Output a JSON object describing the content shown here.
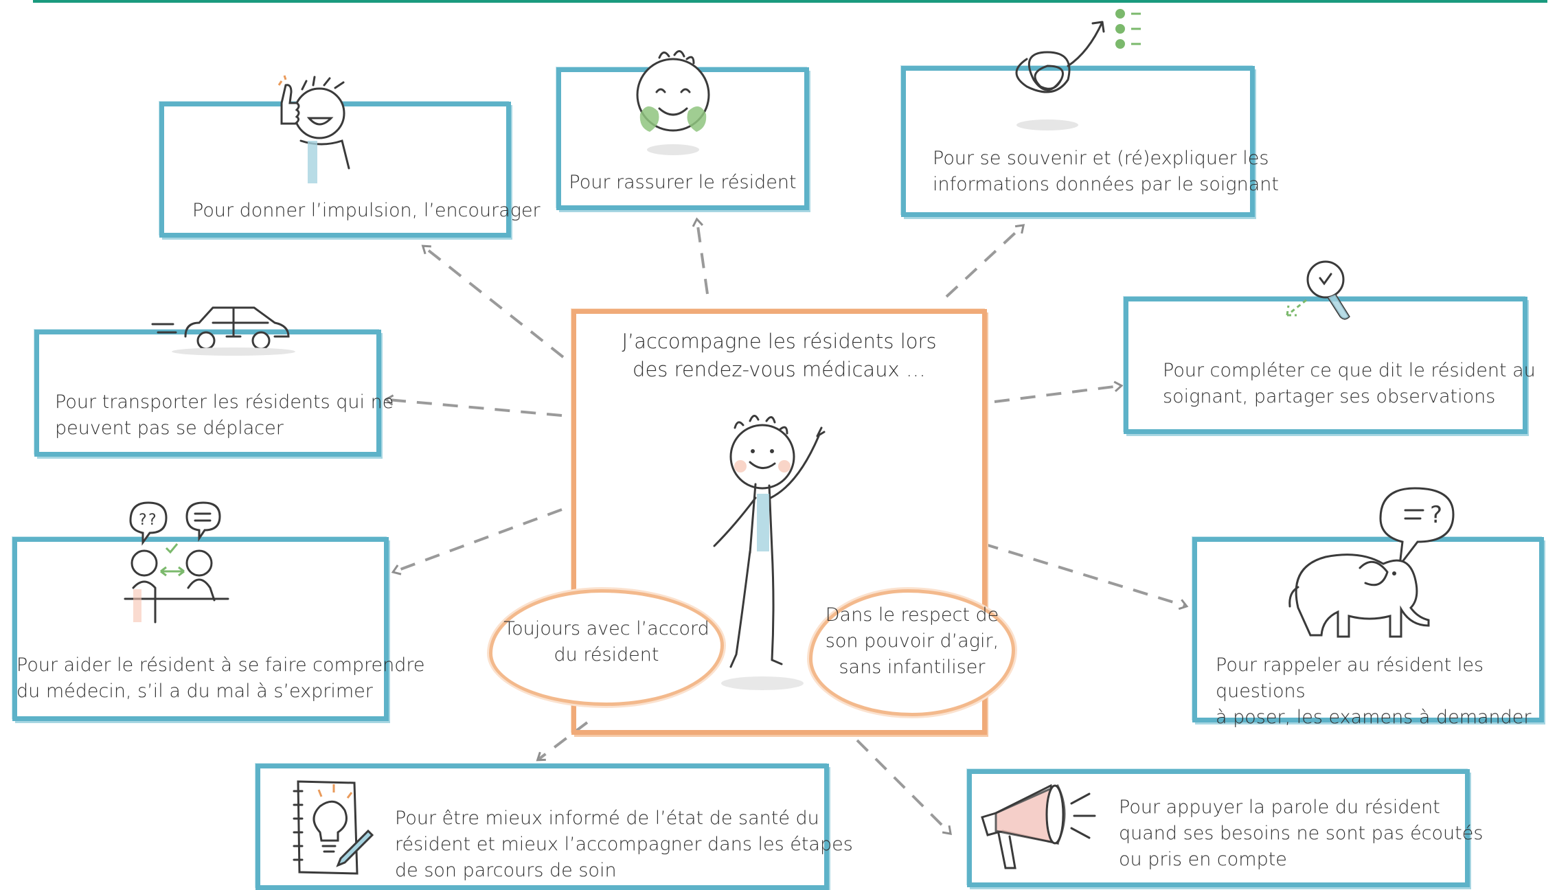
{
  "center": {
    "title_line1": "J’accompagne les résidents lors",
    "title_line2": "des rendez-vous médicaux …",
    "cloud_left": [
      "Toujours avec l’accord",
      "du résident"
    ],
    "cloud_right": [
      "Dans le respect de",
      "son pouvoir d’agir,",
      "sans infantiliser"
    ]
  },
  "boxes": {
    "encourage": [
      "Pour donner l’impulsion, l’encourager"
    ],
    "reassure": [
      "Pour rassurer le résident"
    ],
    "remember": [
      "Pour se souvenir et (ré)expliquer les",
      "informations données par le soignant"
    ],
    "transport": [
      "Pour transporter les résidents qui ne",
      "peuvent pas se déplacer"
    ],
    "complete": [
      "Pour compléter ce que dit le résident au",
      "soignant, partager ses observations"
    ],
    "understand": [
      "Pour aider le résident à se faire comprendre",
      "du médecin, s’il a du mal à s’exprimer"
    ],
    "remind": [
      "Pour rappeler au résident les questions",
      "à poser, les examens à demander"
    ],
    "informed": [
      "Pour être mieux informé de l’état de santé du",
      "résident et mieux l’accompagner dans les étapes",
      "de son parcours de soin"
    ],
    "support": [
      "Pour appuyer la parole du résident",
      "quand ses besoins ne sont pas écoutés",
      "ou pris en compte"
    ]
  },
  "icons": [
    "thumbs-up-person-icon",
    "smiling-face-icon",
    "tangled-thought-list-icon",
    "car-icon",
    "magnifying-glass-icon",
    "two-people-talking-icon",
    "elephant-icon",
    "lightbulb-notebook-icon",
    "megaphone-icon",
    "stick-figure-icon"
  ],
  "colors": {
    "box_border": "#5db2c8",
    "center_border": "#f0aa78",
    "arrow": "#9a9a9a",
    "accent_green": "#6fb36a",
    "top_line": "#1a9a7e"
  }
}
